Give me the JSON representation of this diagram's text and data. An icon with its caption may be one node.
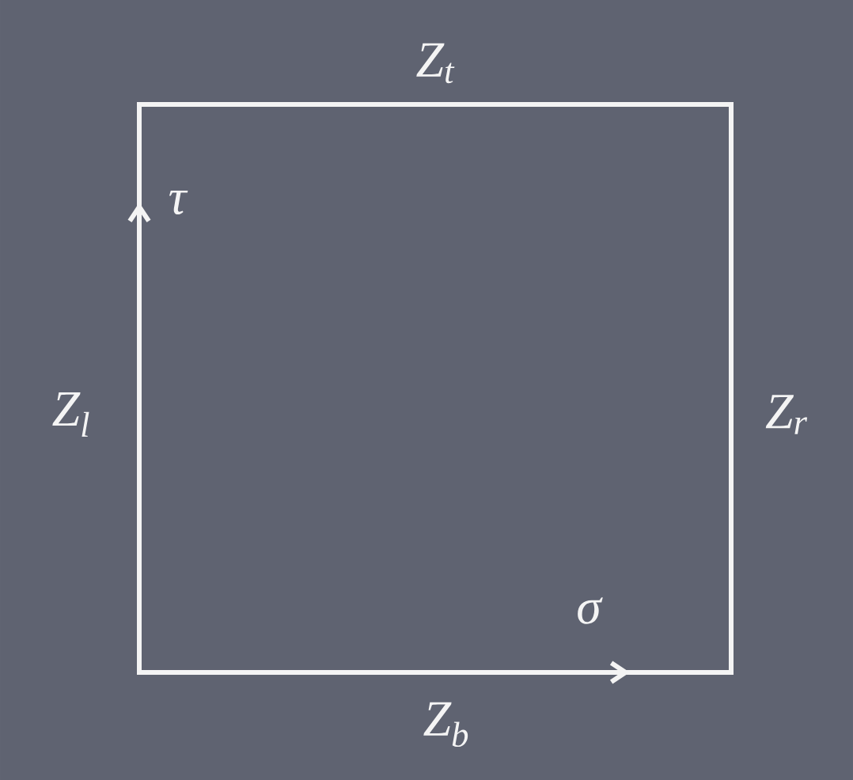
{
  "diagram": {
    "labels": [
      "Z$_{t}$",
      "τ",
      "Z$_{l}$",
      "Z$_{r}$",
      "σ",
      "Z$_{b}$"
    ]
  }
}
